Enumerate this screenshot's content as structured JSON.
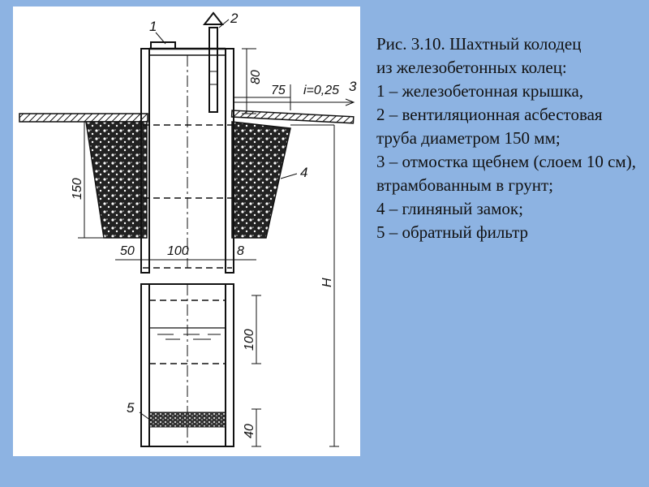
{
  "caption": {
    "title_lines": [
      "Рис. 3.10. Шахтный колодец",
      "из железобетонных колец:"
    ],
    "items": [
      "1 – железобетонная крышка,",
      "2 – вентиляционная асбестовая труба диаметром 150 мм;",
      "3 – отмостка щебнем (слоем 10 см), втрамбованным в грунт;",
      "4 – глиняный замок;",
      "5 – обратный фильтр"
    ]
  },
  "diagram": {
    "labels": [
      "1",
      "2",
      "3",
      "4",
      "5"
    ],
    "dimensions": {
      "cover_height": "80",
      "pavement_width": "75",
      "slope": "i=0,25",
      "lock_depth": "150",
      "lock_width": "50",
      "ring_diameter": "100",
      "wall_thickness": "8",
      "water_depth": "100",
      "filter_height": "40",
      "total_depth": "H"
    }
  },
  "colors": {
    "background": "#8db3e2",
    "panel": "#ffffff",
    "ink": "#111111"
  }
}
